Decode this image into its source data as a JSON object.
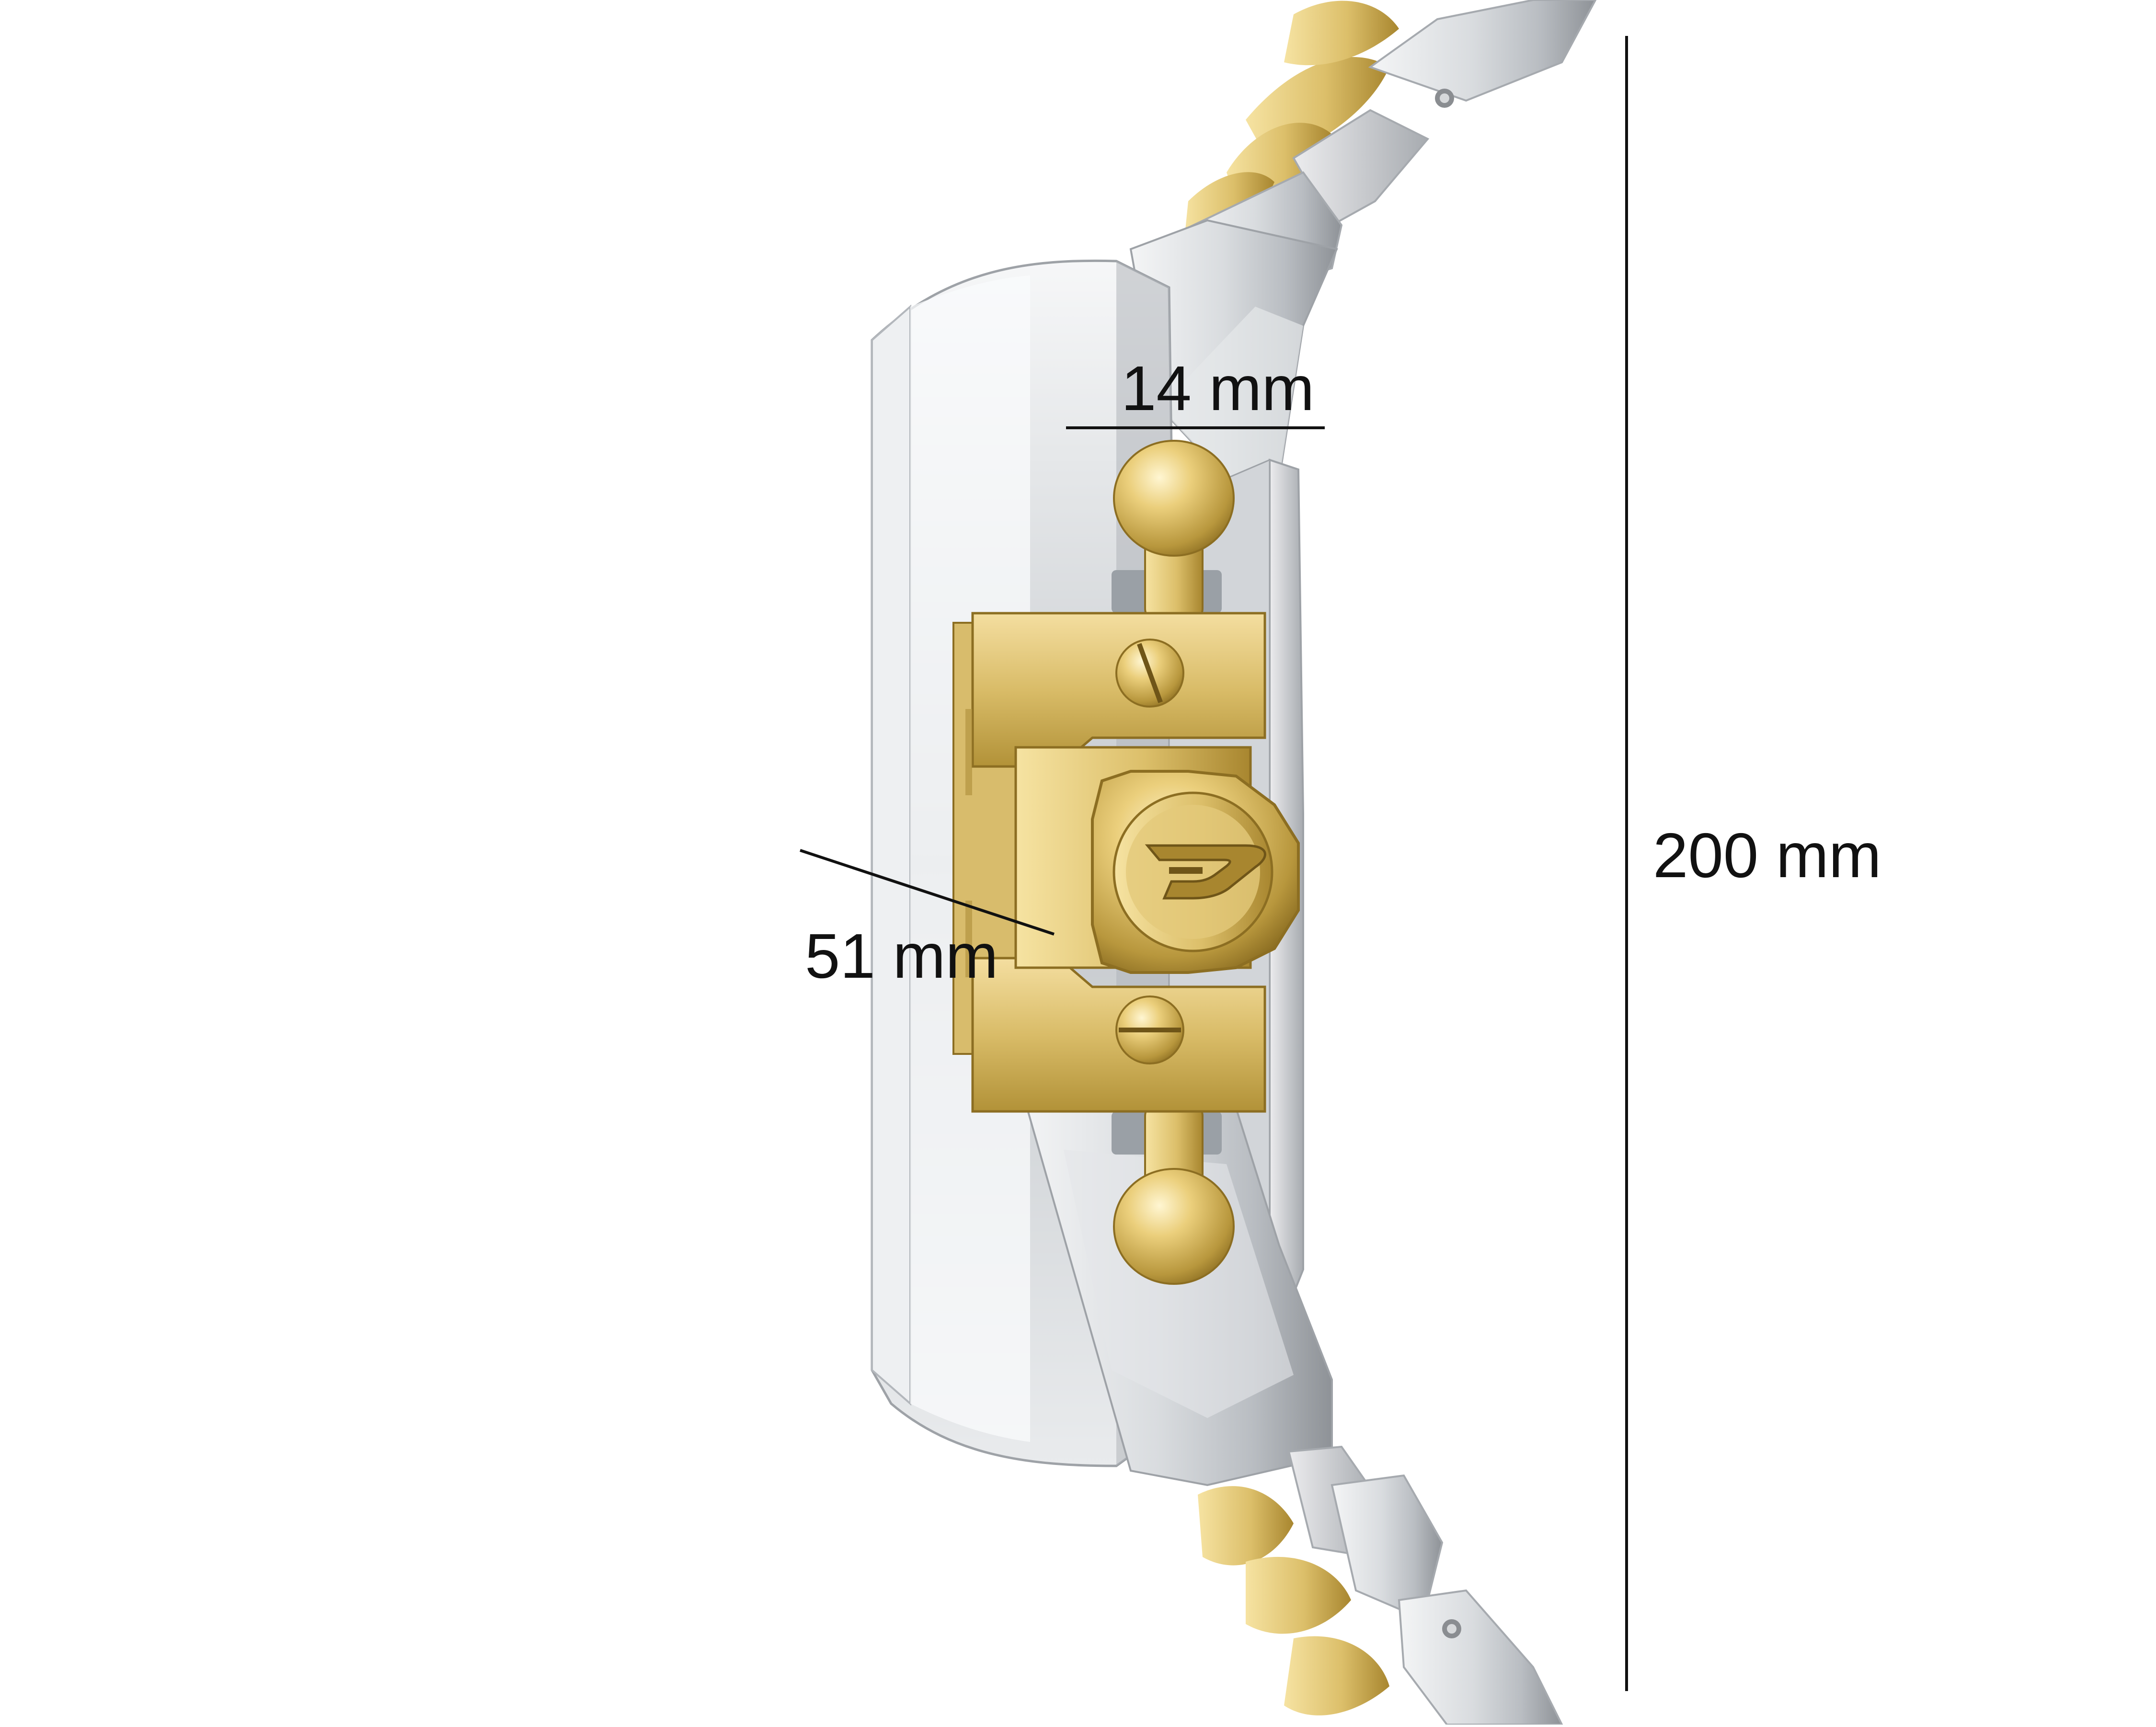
{
  "image": {
    "subject": "watch-side-profile",
    "background_color": "#ffffff"
  },
  "dimensions": {
    "case_thickness_label": "14 mm",
    "case_diameter_label": "51 mm",
    "total_length_label": "200 mm"
  },
  "colors": {
    "steel_light": "#f4f5f6",
    "steel_mid": "#c9ccd0",
    "steel_dark": "#8e9297",
    "gold_light": "#f6e3a2",
    "gold_mid": "#dcbf6a",
    "gold_dark": "#a8862f",
    "line": "#111111"
  },
  "icons": {
    "brand_logo": "diesel-d-logo-icon"
  }
}
